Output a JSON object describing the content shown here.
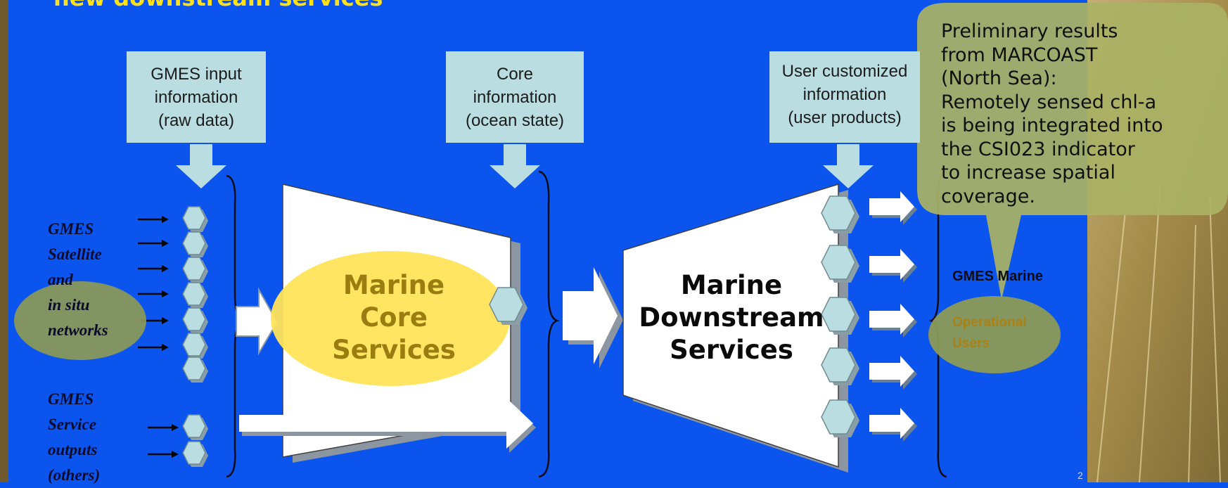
{
  "slide": {
    "title_fragment": "new downstream services",
    "page_number": "2"
  },
  "inputs": {
    "gmes_input": {
      "l1": "GMES input",
      "l2": "information",
      "l3": "(raw data)"
    },
    "core": {
      "l1": "Core",
      "l2": "information",
      "l3": "(ocean state)"
    },
    "user": {
      "l1": "User customized",
      "l2": "information",
      "l3": "(user products)"
    }
  },
  "left_labels": {
    "group1": [
      "GMES",
      "Satellite",
      "and",
      "in situ",
      "networks"
    ],
    "group2": [
      "GMES",
      "Service",
      "outputs",
      "(others)"
    ]
  },
  "core_services": {
    "l1": "Marine",
    "l2": "Core",
    "l3": "Services"
  },
  "downstream": {
    "l1": "Marine",
    "l2": "Downstream",
    "l3": "Services"
  },
  "right_labels": {
    "gmes_marine": "GMES Marine",
    "op1": "Operational",
    "op2": "Users"
  },
  "callout": {
    "lines": [
      "Preliminary results",
      "from MARCOAST",
      "(North Sea):",
      "Remotely sensed chl-a",
      "is being integrated into",
      "the CSI023 indicator",
      "to increase spatial",
      "coverage."
    ]
  },
  "colors": {
    "background": "#0b55ee",
    "box": "#b9dde1",
    "hexagon": "#b9dde1",
    "core_label": "#9a7d10",
    "highlight": "#ffe45a",
    "callout": "#a8b562",
    "background_photo": "#b29a5a"
  }
}
